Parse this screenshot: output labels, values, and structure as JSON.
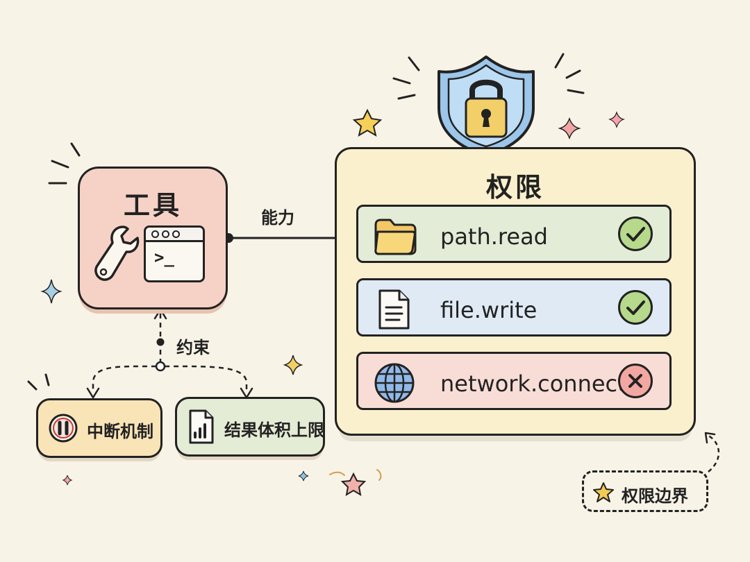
{
  "tool": {
    "title": "工具"
  },
  "connections": {
    "capability": "能力",
    "constraint": "约束"
  },
  "constraints": [
    {
      "label": "中断机制",
      "icon": "pause-icon"
    },
    {
      "label": "结果体积上限",
      "icon": "chart-document-icon"
    }
  ],
  "permissions": {
    "title": "权限",
    "items": [
      {
        "label": "path.read",
        "icon": "folder-icon",
        "status": "allowed",
        "status_icon": "check-icon",
        "color": "#e3ecd7"
      },
      {
        "label": "file.write",
        "icon": "document-icon",
        "status": "allowed",
        "status_icon": "check-icon",
        "color": "#dfeaf4"
      },
      {
        "label": "network.connect",
        "icon": "globe-icon",
        "status": "denied",
        "status_icon": "x-icon",
        "color": "#f8ddd6"
      }
    ]
  },
  "boundary": {
    "label": "权限边界",
    "icon": "star-icon"
  },
  "colors": {
    "background": "#f8f3e7",
    "tool_card": "#f6d2c6",
    "permission_panel": "#fbf0cd",
    "allowed": "#b7d98b",
    "denied": "#f3a7a2",
    "shield": "#9cc6ea",
    "lock": "#f2cf69"
  }
}
